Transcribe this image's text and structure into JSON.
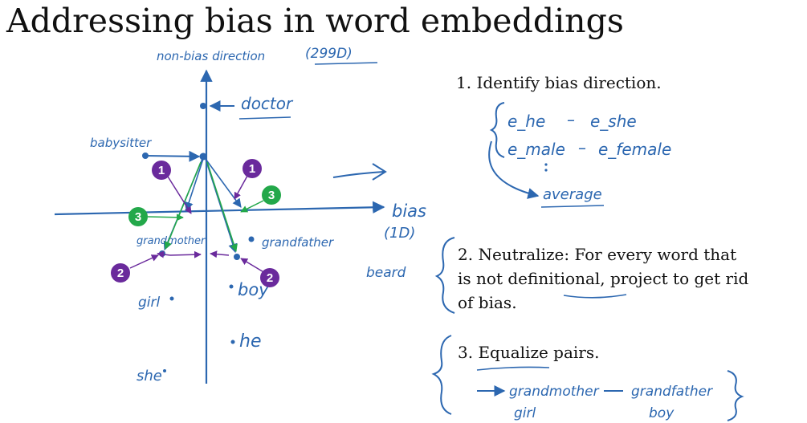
{
  "title": "Addressing bias in word embeddings",
  "axes": {
    "y_label": "non-bias direction",
    "y_dim": "(299D)",
    "x_label": "bias",
    "x_dim": "(1D)"
  },
  "words": {
    "doctor": "doctor",
    "babysitter": "babysitter",
    "grandmother": "grandmother",
    "grandfather": "grandfather",
    "girl": "girl",
    "boy": "boy",
    "he": "he",
    "she": "she",
    "beard": "beard"
  },
  "markers": {
    "one": "1",
    "two": "2",
    "three": "3"
  },
  "colors": {
    "ink": "#2c67b0",
    "purple": "#6a2a9c",
    "green": "#23a84a"
  },
  "steps": {
    "identify": {
      "label": "1. Identify bias direction.",
      "pair1_a": "e_he",
      "pair1_b": "e_she",
      "pair2_a": "e_male",
      "pair2_b": "e_female",
      "result": "average"
    },
    "neutralize": {
      "line1": "2. Neutralize: For every word that",
      "line2_a": "is not ",
      "line2_b": "definitional",
      "line2_c": ", project to get rid",
      "line3": "of bias."
    },
    "equalize": {
      "line_a": "3. ",
      "line_b": "Equalize",
      "line_c": " pairs.",
      "pair_a_top": "grandmother",
      "pair_a_bottom": "girl",
      "pair_b_top": "grandfather",
      "pair_b_bottom": "boy"
    }
  }
}
